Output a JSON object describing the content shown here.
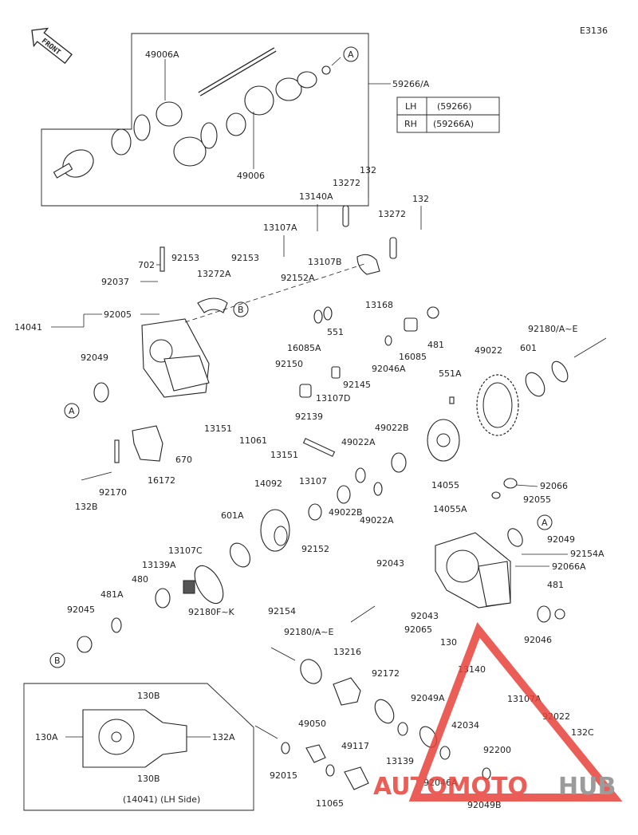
{
  "diagram_code": "E3136",
  "front_label": "FRONT",
  "assembly": {
    "number": "59266/A",
    "table": [
      {
        "side": "LH",
        "code": "(59266)"
      },
      {
        "side": "RH",
        "code": "(59266A)"
      }
    ]
  },
  "inset": {
    "caption": "(14041) (LH Side)"
  },
  "watermark": {
    "part1": "AUTOMOTO",
    "part2": "HUB"
  },
  "colors": {
    "line": "#222222",
    "watermark_red": "#e8413a",
    "watermark_gray": "#8a8a8a"
  },
  "labels": {
    "a_49006A": "49006A",
    "a_49006": "49006",
    "a_13140A": "13140A",
    "a_13272a": "13272",
    "a_132a": "132",
    "a_13272b": "13272",
    "a_132b": "132",
    "a_13107A": "13107A",
    "a_702": "702",
    "a_92153a": "92153",
    "a_92153b": "92153",
    "a_92037": "92037",
    "a_13272A": "13272A",
    "a_13107B": "13107B",
    "a_92152A": "92152A",
    "a_13168": "13168",
    "a_14041": "14041",
    "a_92005": "92005",
    "a_551": "551",
    "a_481a": "481",
    "a_16085A": "16085A",
    "a_16085": "16085",
    "a_92150": "92150",
    "a_92180AE_a": "92180/A~E",
    "a_49022": "49022",
    "a_601": "601",
    "a_92049a": "92049",
    "a_92046A": "92046A",
    "a_92145": "92145",
    "a_13107D": "13107D",
    "a_92139": "92139",
    "a_551A": "551A",
    "a_13151a": "13151",
    "a_11061": "11061",
    "a_13151b": "13151",
    "a_49022B_a": "49022B",
    "a_49022A_a": "49022A",
    "a_670": "670",
    "a_16172": "16172",
    "a_92170": "92170",
    "a_132B": "132B",
    "a_13107": "13107",
    "a_14055": "14055",
    "a_14092": "14092",
    "a_601A": "601A",
    "a_92152": "92152",
    "a_49022B_b": "49022B",
    "a_49022A_b": "49022A",
    "a_92066": "92066",
    "a_92055": "92055",
    "a_14055A": "14055A",
    "a_92049b": "92049",
    "a_92154A": "92154A",
    "a_92066A": "92066A",
    "a_13107C": "13107C",
    "a_13139A": "13139A",
    "a_480": "480",
    "a_92180FK": "92180F~K",
    "a_92154": "92154",
    "a_92043a": "92043",
    "a_481b": "481",
    "a_481A": "481A",
    "a_92045": "92045",
    "a_92043b": "92043",
    "a_92065": "92065",
    "a_130": "130",
    "a_92046": "92046",
    "a_13140": "13140",
    "a_92180AE_b": "92180/A~E",
    "a_13216": "13216",
    "a_92172": "92172",
    "a_92049A": "92049A",
    "a_13107A_b": "13107A",
    "a_92022": "92022",
    "a_132C": "132C",
    "a_42034": "42034",
    "a_92200": "92200",
    "a_49050": "49050",
    "a_49117": "49117",
    "a_13139": "13139",
    "a_92046A_b": "92046A",
    "a_92049B": "92049B",
    "a_92015": "92015",
    "a_11065": "11065",
    "a_130B_top": "130B",
    "a_130A": "130A",
    "a_132A": "132A",
    "a_130B_bot": "130B"
  },
  "refs": {
    "a1": "A",
    "a2": "A",
    "a3": "A",
    "b1": "B",
    "b2": "B"
  }
}
